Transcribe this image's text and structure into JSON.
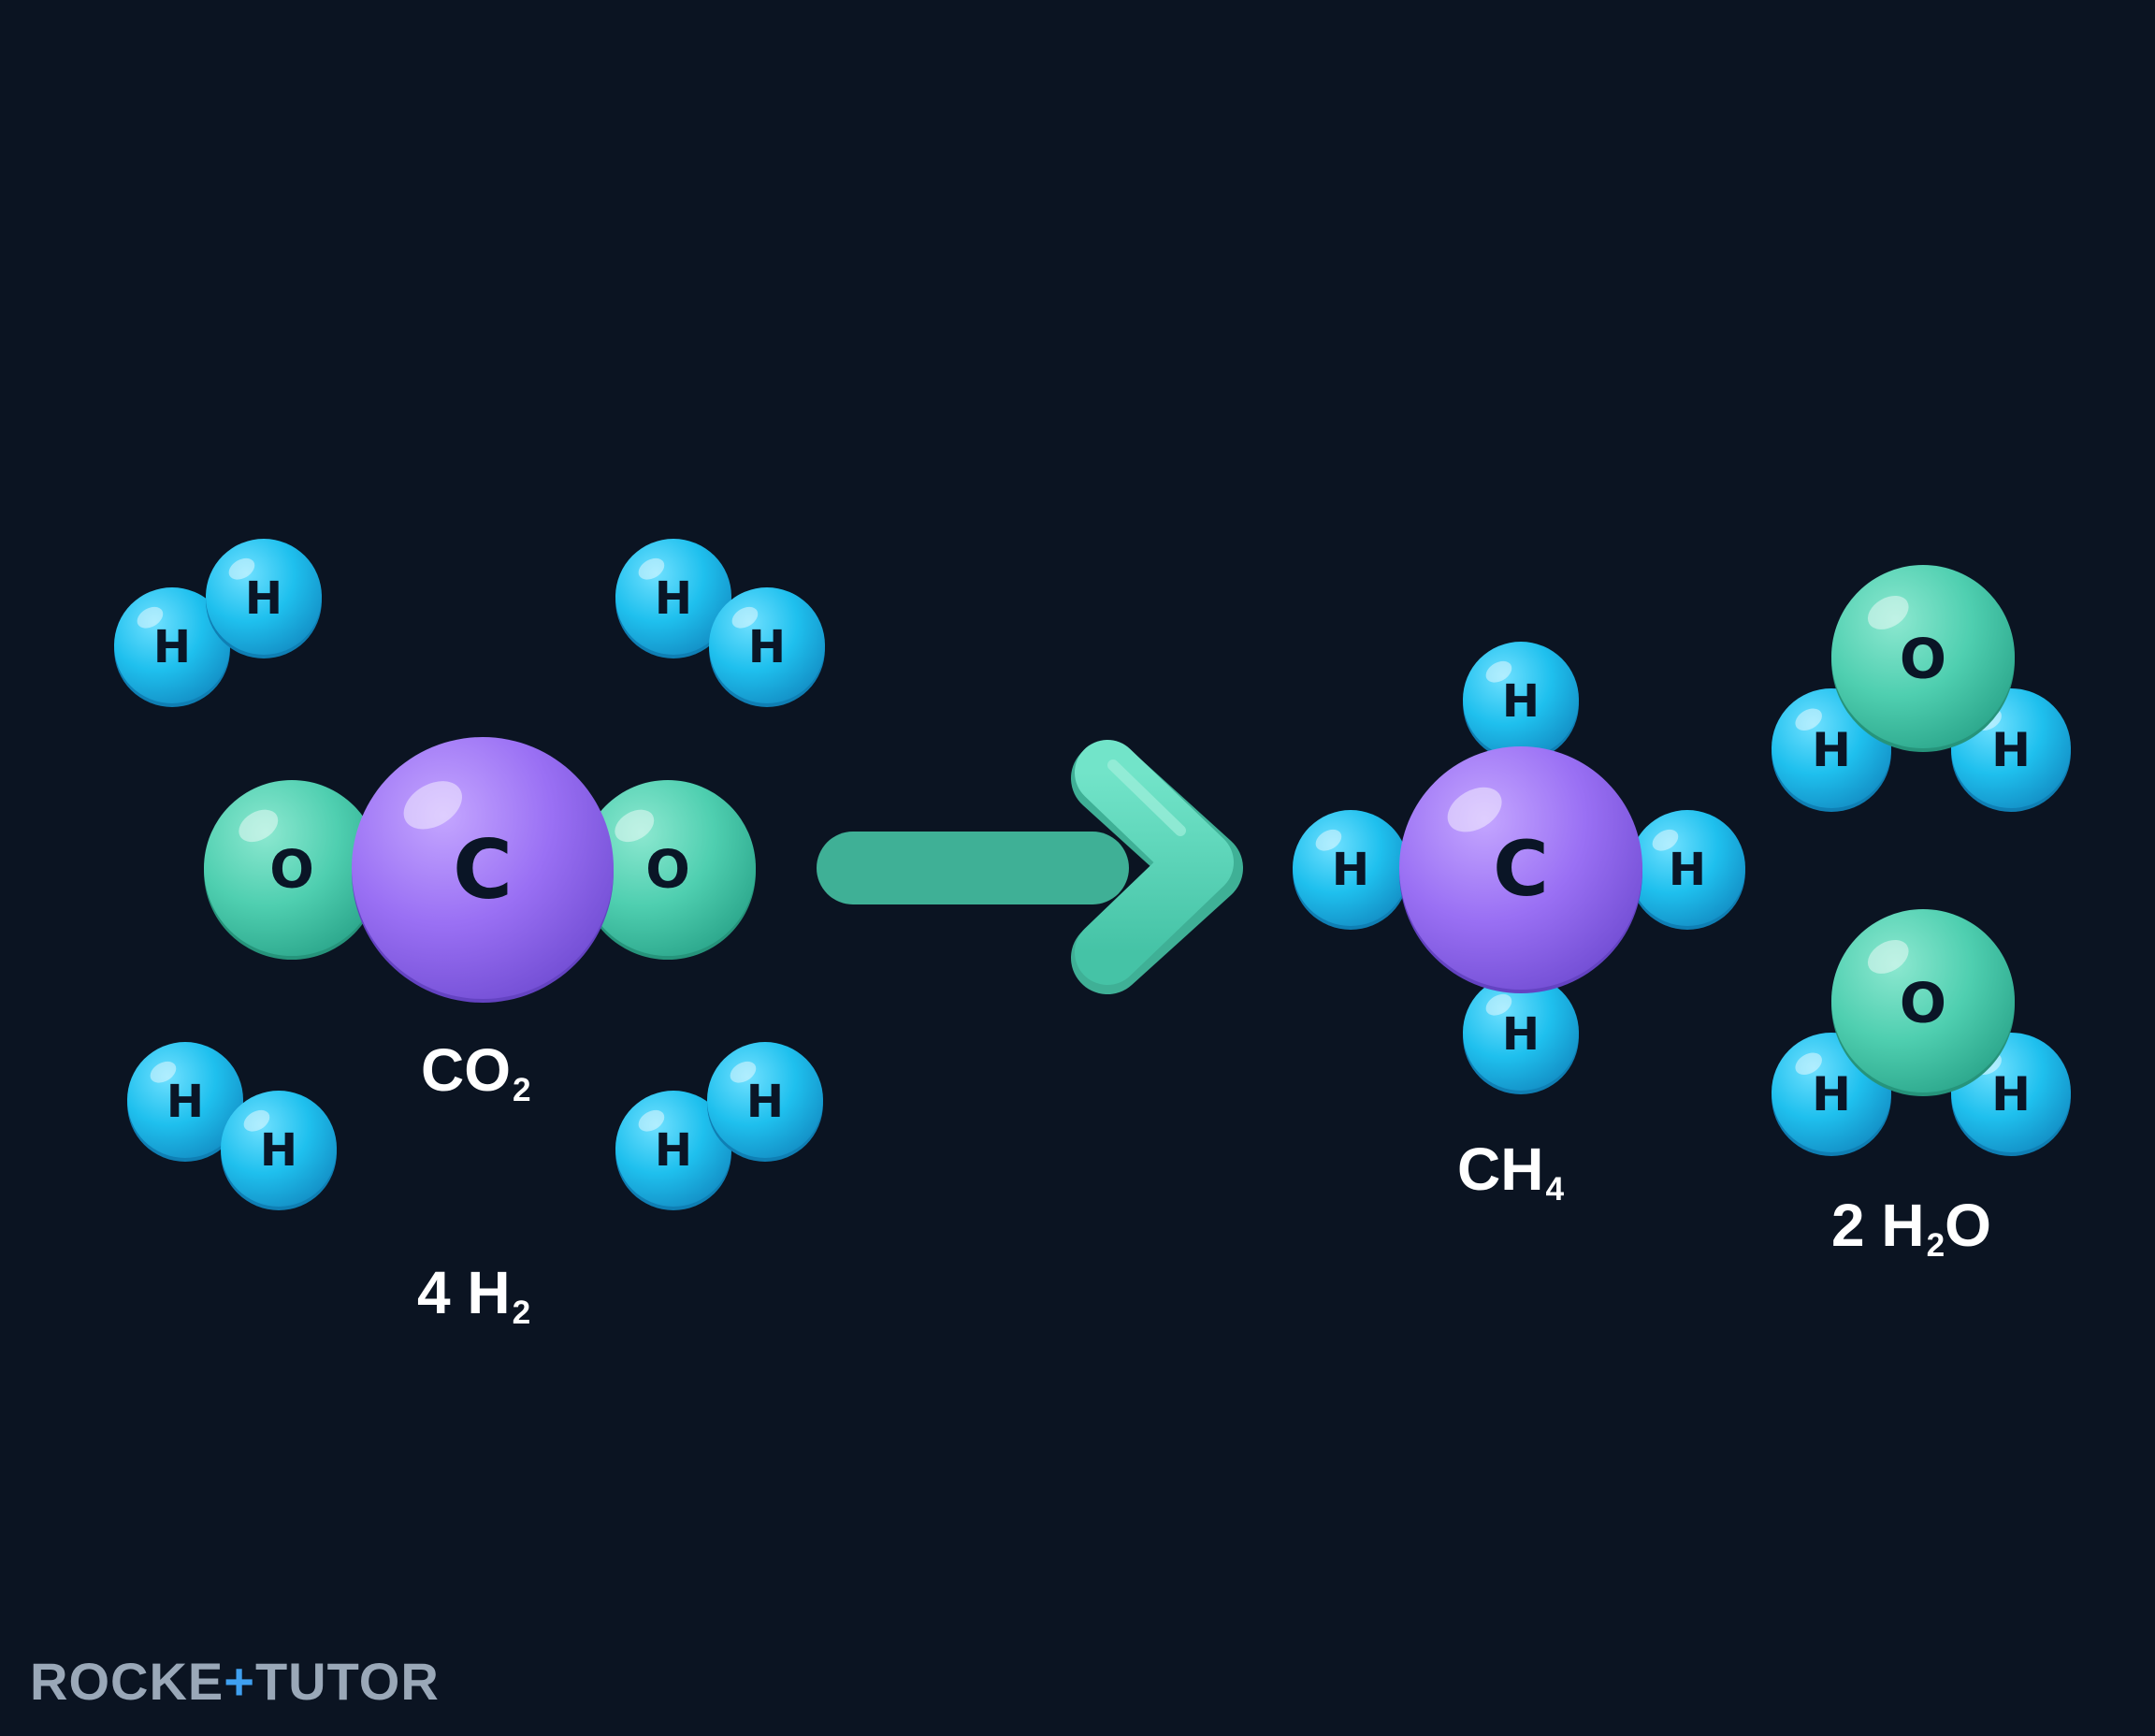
{
  "reaction": {
    "reactants": [
      {
        "prefix": "",
        "symbol": "CO",
        "subscript": "2",
        "suffix": ""
      },
      {
        "prefix": "4 ",
        "symbol": "H",
        "subscript": "2",
        "suffix": ""
      }
    ],
    "products": [
      {
        "prefix": "",
        "symbol": "CH",
        "subscript": "4",
        "suffix": ""
      },
      {
        "prefix": "2 ",
        "symbol": "H",
        "subscript": "2",
        "suffix": "O"
      }
    ]
  },
  "atoms": {
    "carbon": {
      "letter": "C",
      "color": "#9b72f2"
    },
    "oxygen": {
      "letter": "O",
      "color": "#4fd1b0"
    },
    "hydrogen": {
      "letter": "H",
      "color": "#23c4ee"
    }
  },
  "colors": {
    "background": "#0b1422",
    "arrow": "#5fd8bd"
  },
  "logo": {
    "part1": "ROCKE",
    "plus": "+",
    "part2": "TUTO",
    "tail": "R"
  }
}
